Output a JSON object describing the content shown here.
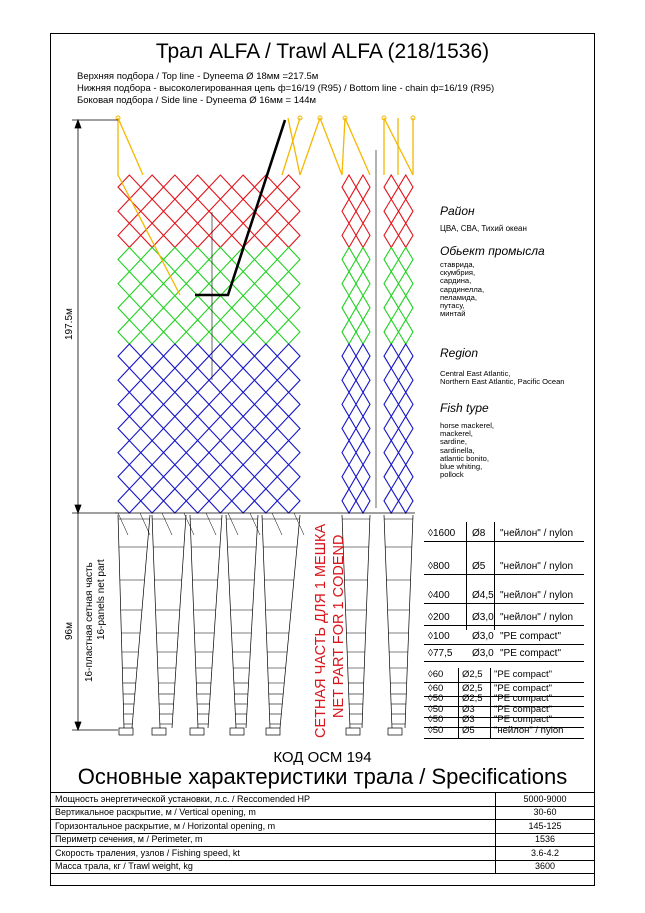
{
  "title": "Трал ALFA / Trawl ALFA (218/1536)",
  "header_lines": [
    "Верхняя подбора / Top line - Dyneema Ø 18мм =217.5м",
    "Нижняя подбора - высоколегированная цепь ф=16/19 (R95) / Bottom line -  chain ф=16/19 (R95)",
    "Боковая подбора / Side line - Dyneema Ø 16мм = 144м"
  ],
  "dimensions": {
    "upper": "197.5м",
    "lower": "96м",
    "panels_ru": "16-пластная сетная часть",
    "panels_en": "16-panels net part"
  },
  "codend_note": {
    "ru": "СЕТНАЯ ЧАСТЬ ДЛЯ 1 МЕШКА",
    "en": "NET PART FOR 1 CODEND"
  },
  "info": {
    "region_ru_title": "Район",
    "region_ru": "ЦВА, СВА, Тихий океан",
    "fish_ru_title": "Обьект промысла",
    "fish_ru": [
      "ставрида,",
      "скумбрия,",
      "сардина,",
      "сардинелла,",
      "пеламида,",
      "путасу,",
      "минтай"
    ],
    "region_en_title": "Region",
    "region_en": [
      "Central East Atlantic,",
      "Northern East Atlantic, Pacific Ocean"
    ],
    "fish_en_title": "Fish type",
    "fish_en": [
      "horse mackerel,",
      "mackerel,",
      "sardine,",
      "sardinella,",
      "atlantic bonito,",
      "blue whiting,",
      "pollock"
    ]
  },
  "mesh_table": [
    {
      "mesh": "◊1600",
      "dia": "Ø8",
      "material": "\"нейлон\" / nylon"
    },
    {
      "mesh": "◊800",
      "dia": "Ø5",
      "material": "\"нейлон\" / nylon"
    },
    {
      "mesh": "◊400",
      "dia": "Ø4,5",
      "material": "\"нейлон\" / nylon"
    },
    {
      "mesh": "◊200",
      "dia": "Ø3,0",
      "material": "\"нейлон\" / nylon"
    },
    {
      "mesh": "◊100",
      "dia": "Ø3,0",
      "material": "\"PE compact\""
    },
    {
      "mesh": "◊77,5",
      "dia": "Ø3,0",
      "material": "\"PE compact\""
    },
    {
      "mesh": "◊60",
      "dia": "Ø2,5",
      "material": "\"PE compact\""
    },
    {
      "mesh": "◊60",
      "dia": "Ø2,5",
      "material": "\"PE compact\""
    },
    {
      "mesh": "◊50",
      "dia": "Ø2,5",
      "material": "\"PE compact\""
    },
    {
      "mesh": "◊50",
      "dia": "Ø3",
      "material": "\"PE compact\""
    },
    {
      "mesh": "◊50",
      "dia": "Ø3",
      "material": "\"PE compact\""
    },
    {
      "mesh": "◊50",
      "dia": "Ø5",
      "material": "\"нейлон\" / nylon"
    }
  ],
  "code": "КОД ОСМ 194",
  "spec_title": "Основные характеристики трала / Specifications",
  "specs": [
    {
      "label": "Мощность энергетической установки, л.с. / Reccomended HP",
      "value": "5000-9000"
    },
    {
      "label": "Вертикальное раскрытие, м / Vertical opening, m",
      "value": "30-60"
    },
    {
      "label": "Горизонтальное раскрытие, м / Horizontal opening, m",
      "value": "145-125"
    },
    {
      "label": "Периметр сечения, м / Perimeter, m",
      "value": "1536"
    },
    {
      "label": "Скорость траления, узлов / Fishing speed, kt",
      "value": "3.6-4.2"
    },
    {
      "label": "Масса трала, кг / Trawl weight, kg",
      "value": "3600"
    }
  ],
  "colors": {
    "yellow": "#f5b800",
    "red": "#e3141b",
    "green": "#1fd21f",
    "blue": "#1515c8"
  }
}
